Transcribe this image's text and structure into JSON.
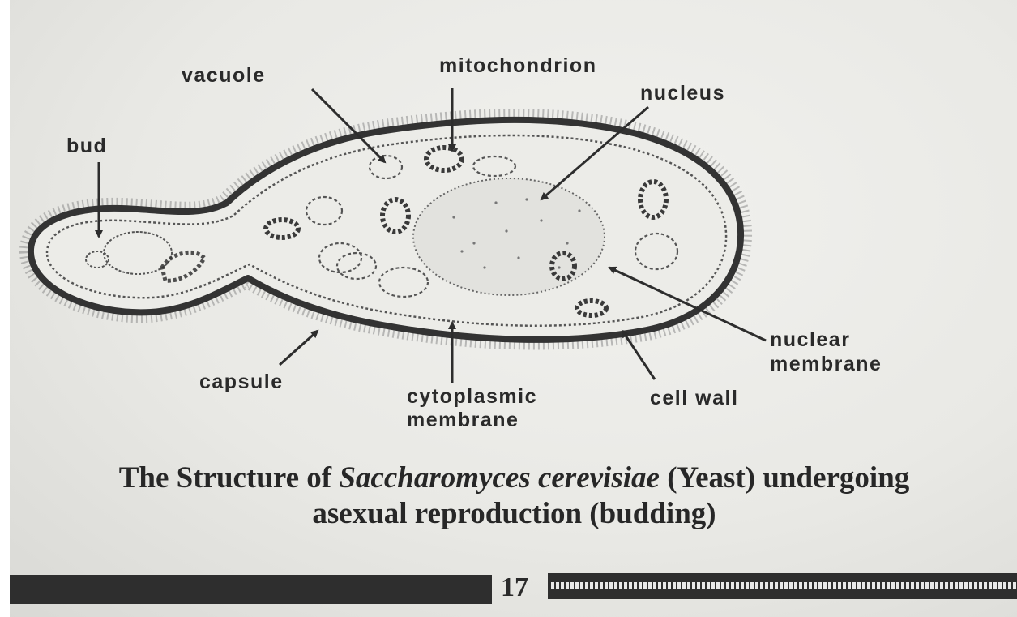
{
  "labels": {
    "vacuole": "vacuole",
    "mitochondrion": "mitochondrion",
    "nucleus": "nucleus",
    "bud": "bud",
    "nuclear_membrane_1": "nuclear",
    "nuclear_membrane_2": "membrane",
    "capsule": "capsule",
    "cytoplasmic_membrane_1": "cytoplasmic",
    "cytoplasmic_membrane_2": "membrane",
    "cell_wall": "cell wall"
  },
  "caption": {
    "part1": "The Structure of ",
    "species": "Saccharomyces cerevisiae",
    "part2": " (Yeast) undergoing",
    "line2": "asexual reproduction (budding)"
  },
  "page_number": "17"
}
